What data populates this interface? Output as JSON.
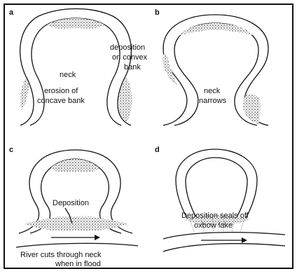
{
  "panels": [
    {
      "letter": "a",
      "labels": [
        "neck",
        "deposition",
        "on convex",
        "bank",
        "erosion of",
        "concave bank"
      ]
    },
    {
      "letter": "b",
      "labels": [
        "neck",
        "narrows"
      ]
    },
    {
      "letter": "c",
      "labels": [
        "Deposition",
        "River cuts through neck",
        "when in flood"
      ]
    },
    {
      "letter": "d",
      "labels": [
        "Deposition seals off",
        "oxbow lake"
      ]
    }
  ]
}
